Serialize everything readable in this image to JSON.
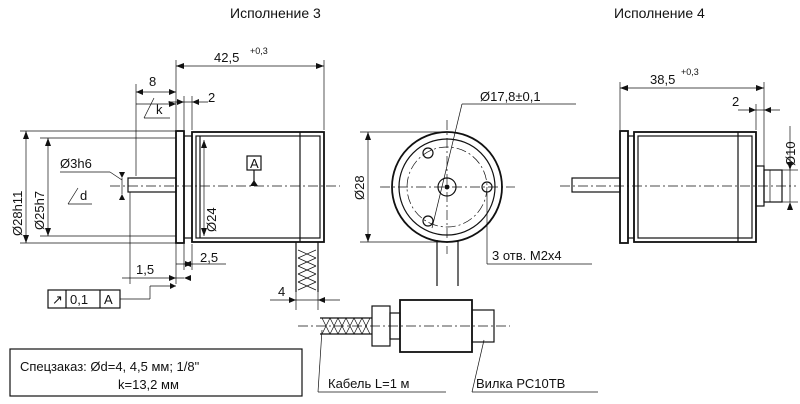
{
  "headings": {
    "variant3": "Исполнение 3",
    "variant4": "Исполнение 4"
  },
  "dims": {
    "len_42_5": "42,5",
    "tol_plus_03": "+0,3",
    "len_38_5": "38,5",
    "d8": "8",
    "k": "k",
    "d2_top": "2",
    "d2_right": "2",
    "d28h11": "Ø28h11",
    "d25h7": "Ø25h7",
    "d3h6": "Ø3h6",
    "d": "d",
    "a_box": "A",
    "d24": "Ø24",
    "d1_5": "1,5",
    "d2_5": "2,5",
    "d4": "4",
    "d28": "Ø28",
    "d17_8": "Ø17,8±0,1",
    "holes": "3 отв. М2х4",
    "d10": "Ø10"
  },
  "tolerance_frame": {
    "symbol": "↗",
    "value": "0,1",
    "datum": "A"
  },
  "callouts": {
    "cable": "Кабель L=1 м",
    "plug": "Вилка РС10ТВ"
  },
  "special_order": {
    "line1": "Спецзаказ: Ød=4, 4,5 мм; 1/8\"",
    "line2": "k=13,2 мм"
  }
}
